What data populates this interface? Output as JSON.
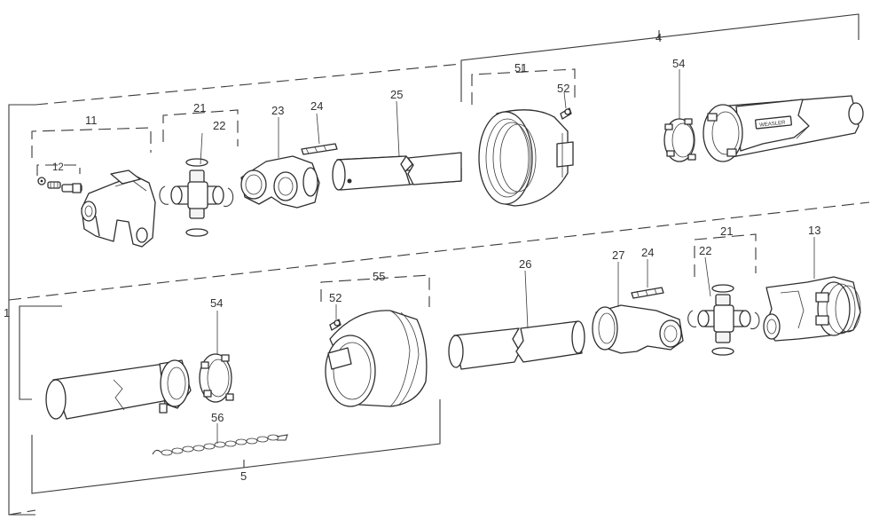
{
  "labels": {
    "l4": "4",
    "l51": "51",
    "l52a": "52",
    "l54a": "54",
    "l11": "11",
    "l12": "12",
    "l21a": "21",
    "l22a": "22",
    "l23": "23",
    "l24a": "24",
    "l25": "25",
    "l1": "1",
    "l54b": "54",
    "l55": "55",
    "l52b": "52",
    "l26": "26",
    "l27": "27",
    "l24b": "24",
    "l21b": "21",
    "l22b": "22",
    "l13": "13",
    "l56": "56",
    "l5": "5"
  },
  "brand_text": "WEASLER"
}
